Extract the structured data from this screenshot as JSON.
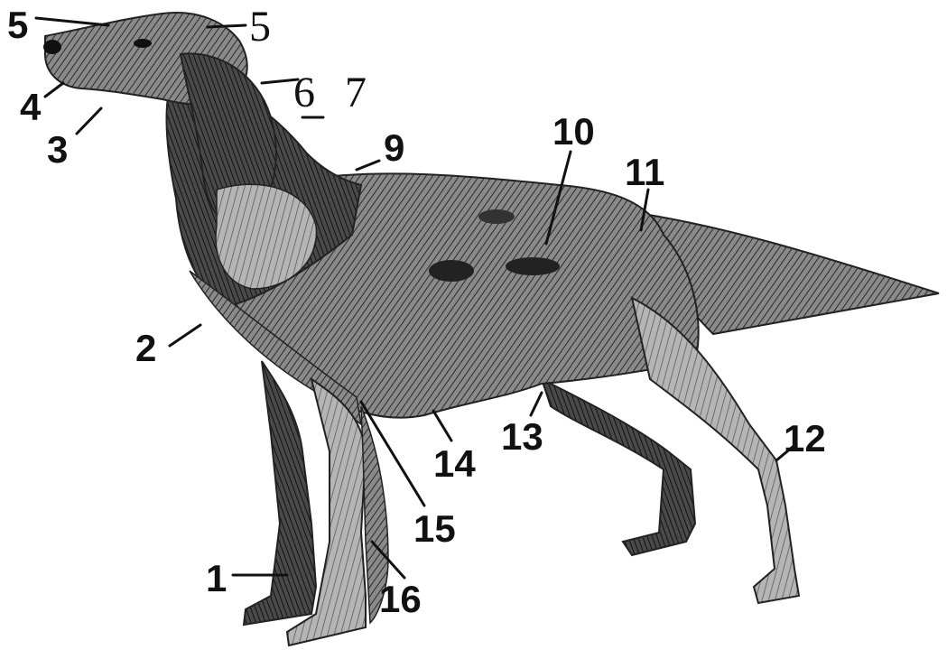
{
  "diagram": {
    "subject": "dog-anatomy-lateral-view",
    "colors": {
      "ink": "#111111",
      "fill_dark": "#3a3a3a",
      "fill_mid": "#6e6e6e",
      "fill_light": "#a8a8a8",
      "background": "#ffffff"
    },
    "labels": [
      {
        "id": "l1",
        "text": "1"
      },
      {
        "id": "l2",
        "text": "2"
      },
      {
        "id": "l3",
        "text": "3"
      },
      {
        "id": "l4",
        "text": "4"
      },
      {
        "id": "l5a",
        "text": "5"
      },
      {
        "id": "l5b",
        "text": "5"
      },
      {
        "id": "l6",
        "text": "6"
      },
      {
        "id": "l7",
        "text": "7"
      },
      {
        "id": "l9",
        "text": "9"
      },
      {
        "id": "l10",
        "text": "10"
      },
      {
        "id": "l11",
        "text": "11"
      },
      {
        "id": "l12",
        "text": "12"
      },
      {
        "id": "l13",
        "text": "13"
      },
      {
        "id": "l14",
        "text": "14"
      },
      {
        "id": "l15",
        "text": "15"
      },
      {
        "id": "l16",
        "text": "16"
      }
    ]
  }
}
